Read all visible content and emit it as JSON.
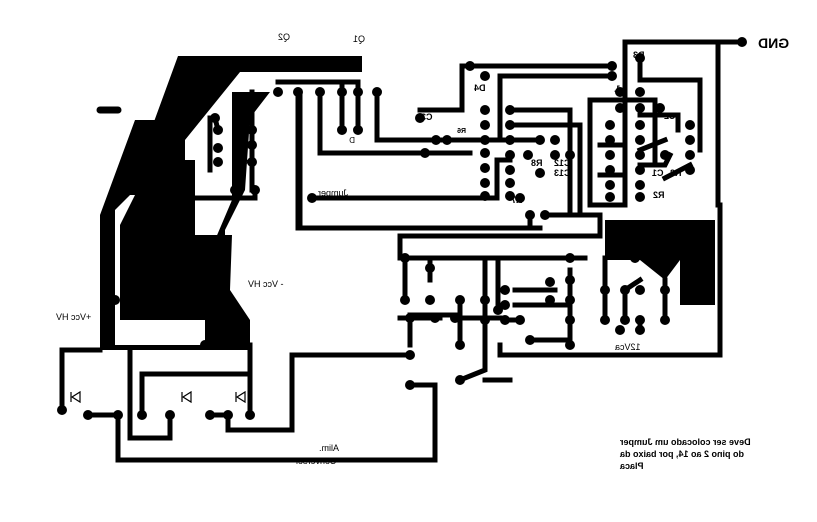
{
  "title": "PCB bottom copper layout (mirrored)",
  "colors": {
    "copper": "#000000",
    "board": "#ffffff"
  },
  "labels": {
    "gnd": "GND",
    "q1": "Q1",
    "q2": "Q2",
    "d3": "D3",
    "d4": "D4",
    "j": "J.",
    "c2": "C2",
    "c1": "C1",
    "r3": "R3",
    "r2": "R2",
    "c3": "C3",
    "r6": "R6",
    "r8": "R8",
    "c12": "C12",
    "c13": "C13",
    "r7": "R7",
    "jumper": "Jumper",
    "vcc_plus": "+Vcc HV",
    "vcc_minus": "- Vcc HV",
    "v12ca": "12Vca",
    "alim": "Alim.",
    "conversor": "Conversor",
    "d_small": "D",
    "c_small": "C"
  },
  "note": {
    "line1": "Deve ser colocado um Jumper",
    "line2": "do pino 2 ao 14, por baixo da",
    "line3": "Placa"
  },
  "icons": [
    "diode-icon",
    "diode-icon",
    "diode-icon",
    "arrow-left-icon"
  ]
}
